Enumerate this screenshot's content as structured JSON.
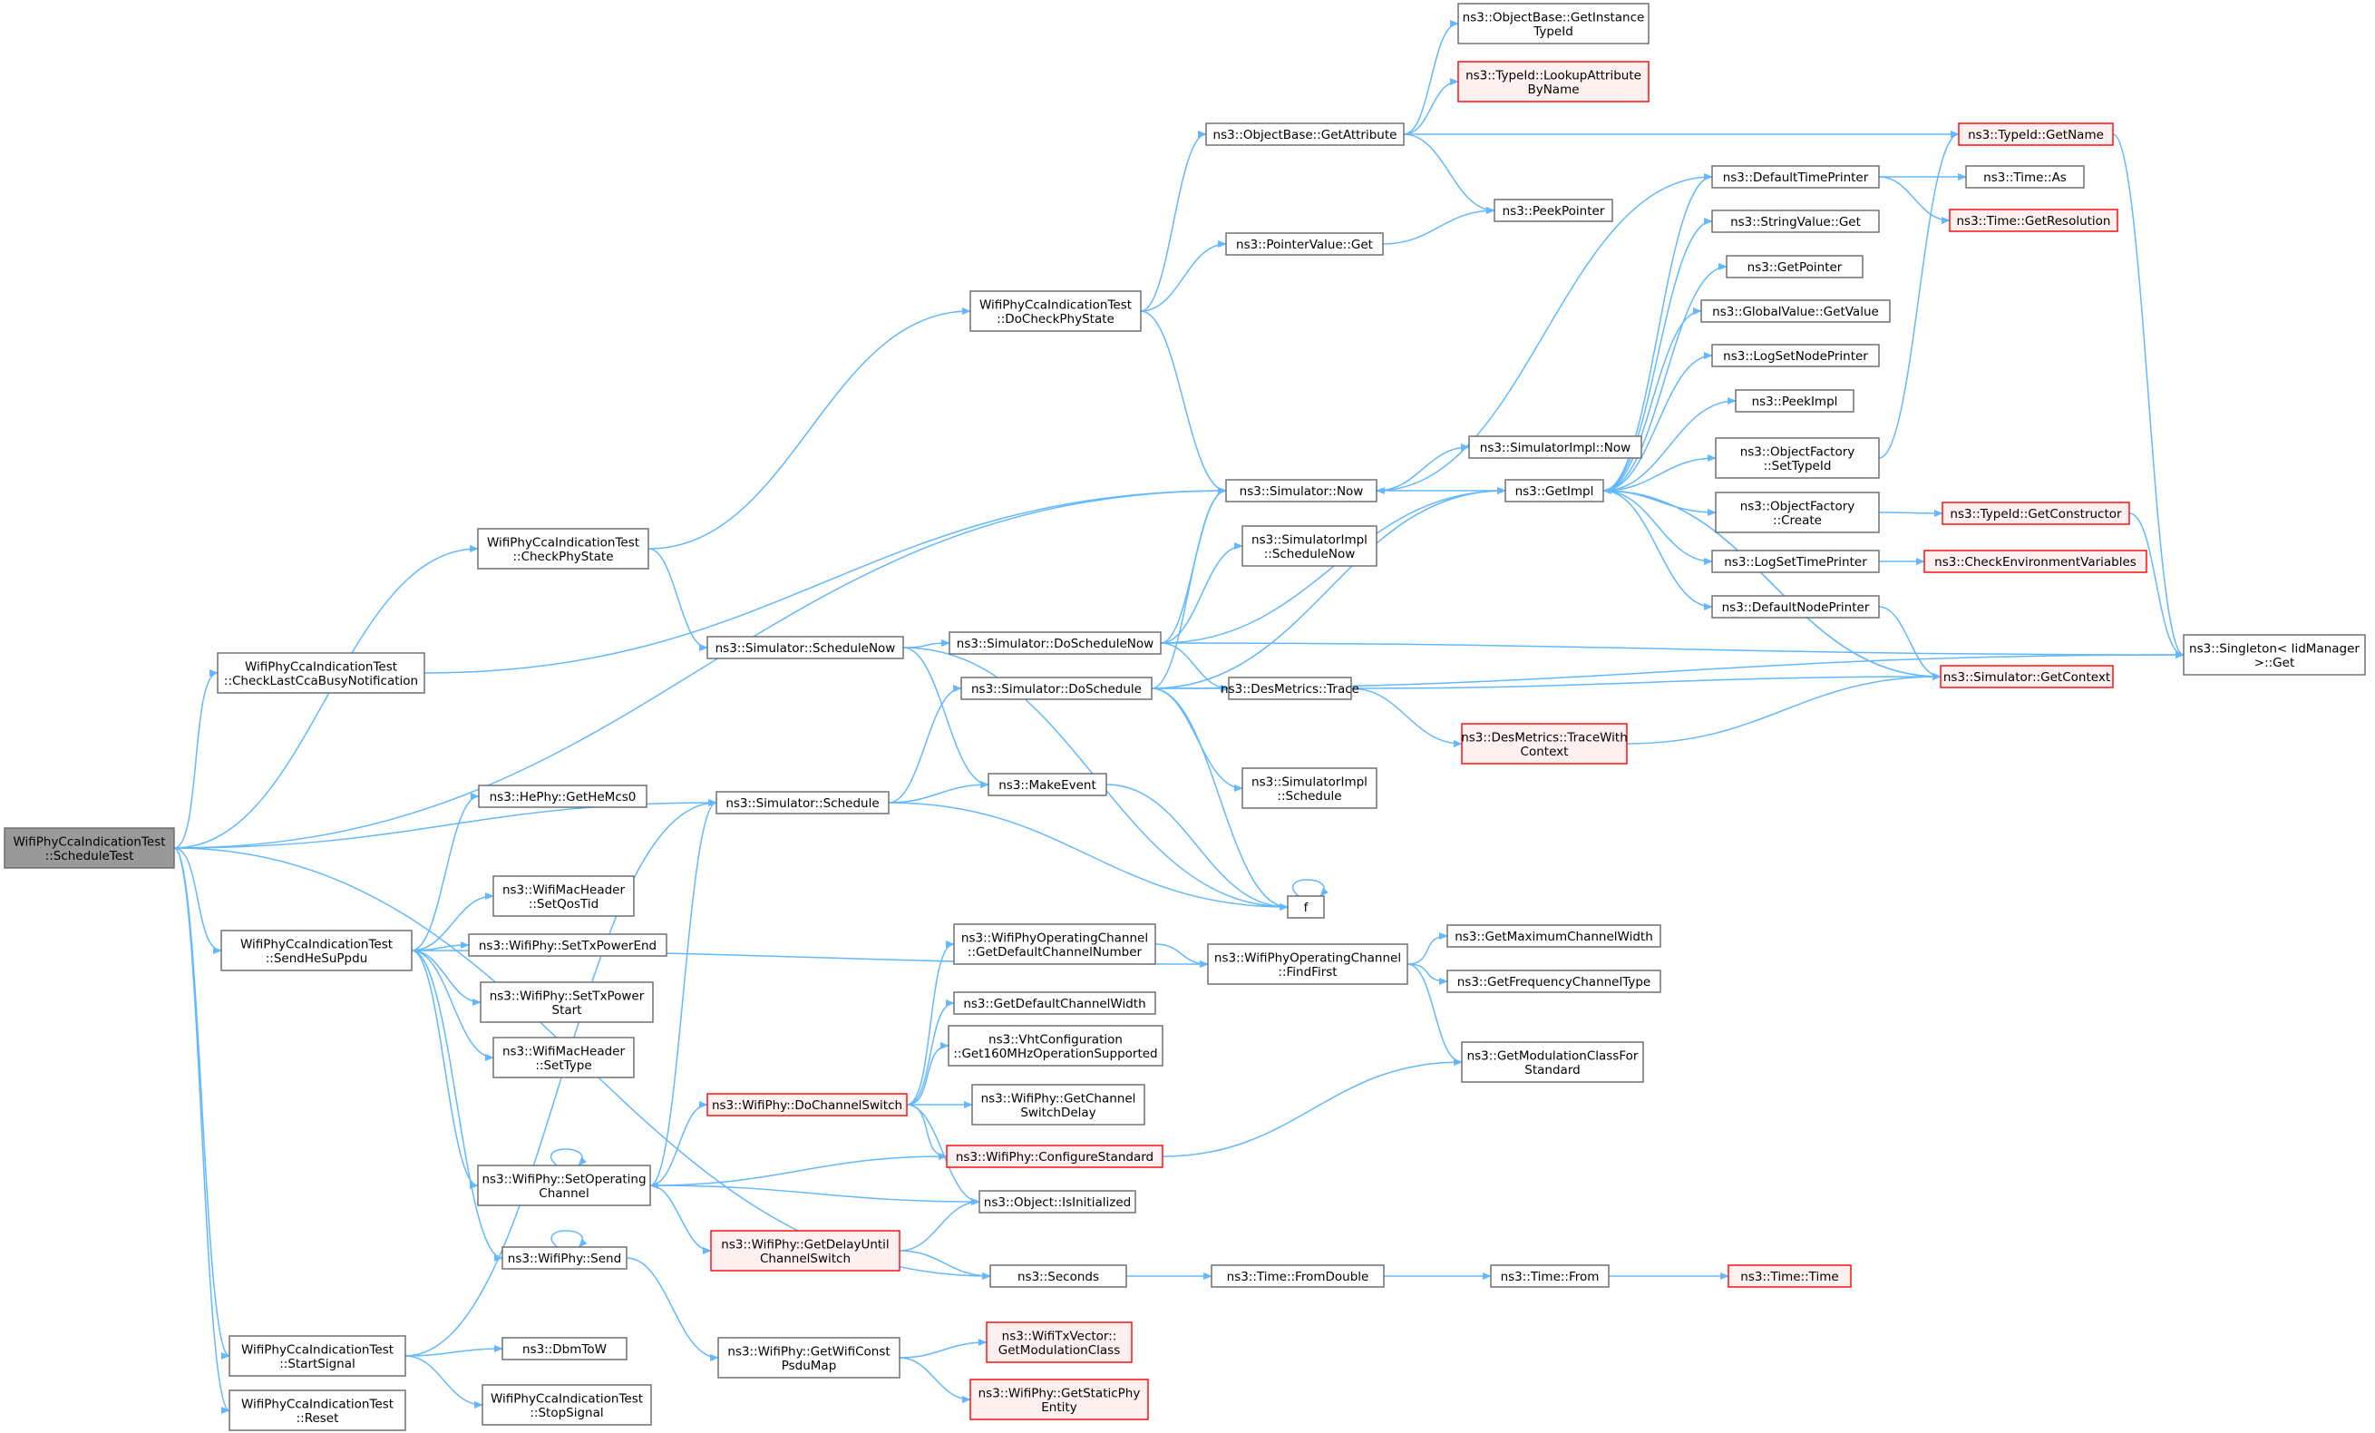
{
  "colors": {
    "edge": "#63b8ff",
    "node_border": "#666666",
    "node_fill": "#ffffff",
    "root_fill": "#999999",
    "truncated_border": "#ff0000",
    "truncated_fill": "#fff0f0"
  },
  "diagram": {
    "nodes": [
      {
        "id": "n1",
        "lines": [
          "WifiPhyCcaIndicationTest",
          "::ScheduleTest"
        ],
        "style": "root"
      },
      {
        "id": "n2",
        "lines": [
          "WifiPhyCcaIndicationTest",
          "::CheckLastCcaBusyNotification"
        ],
        "style": "normal"
      },
      {
        "id": "n3",
        "lines": [
          "WifiPhyCcaIndicationTest",
          "::CheckPhyState"
        ],
        "style": "normal"
      },
      {
        "id": "n4",
        "lines": [
          "WifiPhyCcaIndicationTest",
          "::DoCheckPhyState"
        ],
        "style": "normal"
      },
      {
        "id": "n5",
        "lines": [
          "ns3::ObjectBase::GetAttribute"
        ],
        "style": "normal"
      },
      {
        "id": "n6",
        "lines": [
          "ns3::ObjectBase::GetInstance",
          "TypeId"
        ],
        "style": "normal"
      },
      {
        "id": "n7",
        "lines": [
          "ns3::TypeId::LookupAttribute",
          "ByName"
        ],
        "style": "truncated"
      },
      {
        "id": "n8",
        "lines": [
          "ns3::TypeId::GetName"
        ],
        "style": "truncated"
      },
      {
        "id": "n9",
        "lines": [
          "ns3::PeekPointer"
        ],
        "style": "normal"
      },
      {
        "id": "n10",
        "lines": [
          "ns3::PointerValue::Get"
        ],
        "style": "normal"
      },
      {
        "id": "n11",
        "lines": [
          "ns3::Simulator::Now"
        ],
        "style": "normal"
      },
      {
        "id": "n12",
        "lines": [
          "ns3::SimulatorImpl::Now"
        ],
        "style": "normal"
      },
      {
        "id": "n13",
        "lines": [
          "ns3::GetImpl"
        ],
        "style": "normal"
      },
      {
        "id": "n14",
        "lines": [
          "ns3::DefaultTimePrinter"
        ],
        "style": "normal"
      },
      {
        "id": "n15",
        "lines": [
          "ns3::Time::As"
        ],
        "style": "normal"
      },
      {
        "id": "n16",
        "lines": [
          "ns3::Time::GetResolution"
        ],
        "style": "truncated"
      },
      {
        "id": "n17",
        "lines": [
          "ns3::StringValue::Get"
        ],
        "style": "normal"
      },
      {
        "id": "n18",
        "lines": [
          "ns3::GetPointer"
        ],
        "style": "normal"
      },
      {
        "id": "n19",
        "lines": [
          "ns3::GlobalValue::GetValue"
        ],
        "style": "normal"
      },
      {
        "id": "n20",
        "lines": [
          "ns3::LogSetNodePrinter"
        ],
        "style": "normal"
      },
      {
        "id": "n21",
        "lines": [
          "ns3::PeekImpl"
        ],
        "style": "normal"
      },
      {
        "id": "n22",
        "lines": [
          "ns3::ObjectFactory",
          "::SetTypeId"
        ],
        "style": "normal"
      },
      {
        "id": "n23",
        "lines": [
          "ns3::ObjectFactory",
          "::Create"
        ],
        "style": "normal"
      },
      {
        "id": "n24",
        "lines": [
          "ns3::TypeId::GetConstructor"
        ],
        "style": "truncated"
      },
      {
        "id": "n25",
        "lines": [
          "ns3::LogSetTimePrinter"
        ],
        "style": "normal"
      },
      {
        "id": "n26",
        "lines": [
          "ns3::CheckEnvironmentVariables"
        ],
        "style": "truncated"
      },
      {
        "id": "n27",
        "lines": [
          "ns3::DefaultNodePrinter"
        ],
        "style": "normal"
      },
      {
        "id": "n28",
        "lines": [
          "ns3::Simulator::GetContext"
        ],
        "style": "truncated"
      },
      {
        "id": "n29",
        "lines": [
          "ns3::Singleton< IidManager",
          ">::Get"
        ],
        "style": "normal"
      },
      {
        "id": "n30",
        "lines": [
          "ns3::SimulatorImpl",
          "::ScheduleNow"
        ],
        "style": "normal"
      },
      {
        "id": "n31",
        "lines": [
          "ns3::Simulator::DoScheduleNow"
        ],
        "style": "normal"
      },
      {
        "id": "n32",
        "lines": [
          "ns3::Simulator::ScheduleNow"
        ],
        "style": "normal"
      },
      {
        "id": "n33",
        "lines": [
          "ns3::Simulator::DoSchedule"
        ],
        "style": "normal"
      },
      {
        "id": "n34",
        "lines": [
          "ns3::DesMetrics::Trace"
        ],
        "style": "normal"
      },
      {
        "id": "n35",
        "lines": [
          "ns3::DesMetrics::TraceWith",
          "Context"
        ],
        "style": "truncated"
      },
      {
        "id": "n36",
        "lines": [
          "ns3::SimulatorImpl",
          "::Schedule"
        ],
        "style": "normal"
      },
      {
        "id": "n37",
        "lines": [
          "ns3::Simulator::Schedule"
        ],
        "style": "normal"
      },
      {
        "id": "n38",
        "lines": [
          "ns3::MakeEvent"
        ],
        "style": "normal"
      },
      {
        "id": "n39",
        "lines": [
          "f"
        ],
        "style": "normal"
      },
      {
        "id": "n40",
        "lines": [
          "ns3::HePhy::GetHeMcs0"
        ],
        "style": "normal"
      },
      {
        "id": "n41",
        "lines": [
          "ns3::WifiMacHeader",
          "::SetQosTid"
        ],
        "style": "normal"
      },
      {
        "id": "n42",
        "lines": [
          "ns3::WifiPhy::SetTxPowerEnd"
        ],
        "style": "normal"
      },
      {
        "id": "n43",
        "lines": [
          "ns3::WifiPhy::SetTxPower",
          "Start"
        ],
        "style": "normal"
      },
      {
        "id": "n44",
        "lines": [
          "ns3::WifiMacHeader",
          "::SetType"
        ],
        "style": "normal"
      },
      {
        "id": "n45",
        "lines": [
          "WifiPhyCcaIndicationTest",
          "::SendHeSuPpdu"
        ],
        "style": "normal"
      },
      {
        "id": "n46",
        "lines": [
          "ns3::WifiPhyOperatingChannel",
          "::GetDefaultChannelNumber"
        ],
        "style": "normal"
      },
      {
        "id": "n47",
        "lines": [
          "ns3::WifiPhyOperatingChannel",
          "::FindFirst"
        ],
        "style": "normal"
      },
      {
        "id": "n48",
        "lines": [
          "ns3::GetMaximumChannelWidth"
        ],
        "style": "normal"
      },
      {
        "id": "n49",
        "lines": [
          "ns3::GetFrequencyChannelType"
        ],
        "style": "normal"
      },
      {
        "id": "n50",
        "lines": [
          "ns3::GetModulationClassFor",
          "Standard"
        ],
        "style": "normal"
      },
      {
        "id": "n51",
        "lines": [
          "ns3::GetDefaultChannelWidth"
        ],
        "style": "normal"
      },
      {
        "id": "n52",
        "lines": [
          "ns3::VhtConfiguration",
          "::Get160MHzOperationSupported"
        ],
        "style": "normal"
      },
      {
        "id": "n53",
        "lines": [
          "ns3::WifiPhy::GetChannel",
          "SwitchDelay"
        ],
        "style": "normal"
      },
      {
        "id": "n54",
        "lines": [
          "ns3::WifiPhy::DoChannelSwitch"
        ],
        "style": "truncated"
      },
      {
        "id": "n55",
        "lines": [
          "ns3::WifiPhy::ConfigureStandard"
        ],
        "style": "truncated"
      },
      {
        "id": "n56",
        "lines": [
          "ns3::WifiPhy::SetOperating",
          "Channel"
        ],
        "style": "normal"
      },
      {
        "id": "n57",
        "lines": [
          "ns3::Object::IsInitialized"
        ],
        "style": "normal"
      },
      {
        "id": "n58",
        "lines": [
          "ns3::WifiPhy::GetDelayUntil",
          "ChannelSwitch"
        ],
        "style": "truncated"
      },
      {
        "id": "n59",
        "lines": [
          "ns3::WifiPhy::Send"
        ],
        "style": "normal"
      },
      {
        "id": "n60",
        "lines": [
          "ns3::Seconds"
        ],
        "style": "normal"
      },
      {
        "id": "n61",
        "lines": [
          "ns3::Time::FromDouble"
        ],
        "style": "normal"
      },
      {
        "id": "n62",
        "lines": [
          "ns3::Time::From"
        ],
        "style": "normal"
      },
      {
        "id": "n63",
        "lines": [
          "ns3::Time::Time"
        ],
        "style": "truncated"
      },
      {
        "id": "n64",
        "lines": [
          "ns3::WifiPhy::GetWifiConst",
          "PsduMap"
        ],
        "style": "normal"
      },
      {
        "id": "n65",
        "lines": [
          "ns3::WifiTxVector::",
          "GetModulationClass"
        ],
        "style": "truncated"
      },
      {
        "id": "n66",
        "lines": [
          "ns3::WifiPhy::GetStaticPhy",
          "Entity"
        ],
        "style": "truncated"
      },
      {
        "id": "n67",
        "lines": [
          "WifiPhyCcaIndicationTest",
          "::StartSignal"
        ],
        "style": "normal"
      },
      {
        "id": "n68",
        "lines": [
          "ns3::DbmToW"
        ],
        "style": "normal"
      },
      {
        "id": "n69",
        "lines": [
          "WifiPhyCcaIndicationTest",
          "::StopSignal"
        ],
        "style": "normal"
      },
      {
        "id": "n70",
        "lines": [
          "WifiPhyCcaIndicationTest",
          "::Reset"
        ],
        "style": "normal"
      }
    ],
    "edges": [
      [
        "n1",
        "n11"
      ],
      [
        "n1",
        "n3"
      ],
      [
        "n1",
        "n2"
      ],
      [
        "n1",
        "n37"
      ],
      [
        "n1",
        "n45"
      ],
      [
        "n1",
        "n67"
      ],
      [
        "n1",
        "n70"
      ],
      [
        "n1",
        "n60"
      ],
      [
        "n2",
        "n11"
      ],
      [
        "n3",
        "n4"
      ],
      [
        "n3",
        "n32"
      ],
      [
        "n4",
        "n5"
      ],
      [
        "n4",
        "n10"
      ],
      [
        "n4",
        "n11"
      ],
      [
        "n5",
        "n6"
      ],
      [
        "n5",
        "n7"
      ],
      [
        "n5",
        "n8"
      ],
      [
        "n5",
        "n9"
      ],
      [
        "n8",
        "n29"
      ],
      [
        "n10",
        "n9"
      ],
      [
        "n11",
        "n12"
      ],
      [
        "n11",
        "n13"
      ],
      [
        "n13",
        "n14"
      ],
      [
        "n13",
        "n17"
      ],
      [
        "n13",
        "n18"
      ],
      [
        "n13",
        "n19"
      ],
      [
        "n13",
        "n20"
      ],
      [
        "n13",
        "n21"
      ],
      [
        "n13",
        "n22"
      ],
      [
        "n13",
        "n23"
      ],
      [
        "n13",
        "n25"
      ],
      [
        "n13",
        "n27"
      ],
      [
        "n13",
        "n28"
      ],
      [
        "n14",
        "n15"
      ],
      [
        "n14",
        "n16"
      ],
      [
        "n14",
        "n11"
      ],
      [
        "n22",
        "n8"
      ],
      [
        "n23",
        "n24"
      ],
      [
        "n24",
        "n29"
      ],
      [
        "n25",
        "n26"
      ],
      [
        "n27",
        "n28"
      ],
      [
        "n28",
        "n13"
      ],
      [
        "n32",
        "n31"
      ],
      [
        "n32",
        "n38"
      ],
      [
        "n32",
        "n39"
      ],
      [
        "n31",
        "n11"
      ],
      [
        "n31",
        "n30"
      ],
      [
        "n31",
        "n13"
      ],
      [
        "n31",
        "n34"
      ],
      [
        "n31",
        "n29"
      ],
      [
        "n33",
        "n11"
      ],
      [
        "n33",
        "n36"
      ],
      [
        "n33",
        "n13"
      ],
      [
        "n33",
        "n34"
      ],
      [
        "n33",
        "n29"
      ],
      [
        "n33",
        "n39"
      ],
      [
        "n34",
        "n28"
      ],
      [
        "n34",
        "n35"
      ],
      [
        "n35",
        "n28"
      ],
      [
        "n37",
        "n33"
      ],
      [
        "n37",
        "n38"
      ],
      [
        "n37",
        "n39"
      ],
      [
        "n38",
        "n39"
      ],
      [
        "n39",
        "n39"
      ],
      [
        "n45",
        "n40"
      ],
      [
        "n45",
        "n41"
      ],
      [
        "n45",
        "n42"
      ],
      [
        "n45",
        "n43"
      ],
      [
        "n45",
        "n44"
      ],
      [
        "n45",
        "n47"
      ],
      [
        "n45",
        "n56"
      ],
      [
        "n45",
        "n59"
      ],
      [
        "n46",
        "n47"
      ],
      [
        "n47",
        "n48"
      ],
      [
        "n47",
        "n49"
      ],
      [
        "n47",
        "n50"
      ],
      [
        "n54",
        "n46"
      ],
      [
        "n54",
        "n51"
      ],
      [
        "n54",
        "n52"
      ],
      [
        "n54",
        "n53"
      ],
      [
        "n54",
        "n55"
      ],
      [
        "n54",
        "n57"
      ],
      [
        "n55",
        "n50"
      ],
      [
        "n55",
        "n56"
      ],
      [
        "n56",
        "n56"
      ],
      [
        "n56",
        "n37"
      ],
      [
        "n56",
        "n54"
      ],
      [
        "n56",
        "n57"
      ],
      [
        "n56",
        "n58"
      ],
      [
        "n58",
        "n57"
      ],
      [
        "n58",
        "n60"
      ],
      [
        "n59",
        "n59"
      ],
      [
        "n59",
        "n64"
      ],
      [
        "n60",
        "n61"
      ],
      [
        "n61",
        "n62"
      ],
      [
        "n62",
        "n63"
      ],
      [
        "n64",
        "n65"
      ],
      [
        "n64",
        "n66"
      ],
      [
        "n67",
        "n37"
      ],
      [
        "n67",
        "n68"
      ],
      [
        "n67",
        "n69"
      ]
    ]
  }
}
